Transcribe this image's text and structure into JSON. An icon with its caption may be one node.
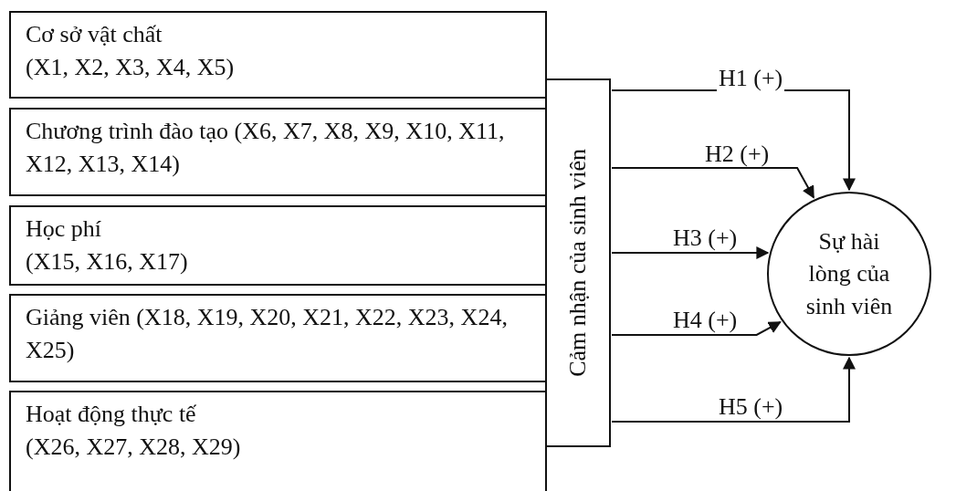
{
  "diagram": {
    "nodes": [
      {
        "text": [
          "Cơ sở vật chất",
          "(X1, X2, X3, X4, X5)"
        ]
      },
      {
        "text": [
          "Chương trình đào tạo (X6, X7, X8, X9, X10, X11, X12, X13, X14)"
        ]
      },
      {
        "text": [
          "Học phí",
          "(X15, X16, X17)"
        ]
      },
      {
        "text": [
          "Giảng viên (X18, X19, X20, X21, X22, X23, X24, X25)"
        ]
      },
      {
        "text": [
          "Hoạt động thực tế",
          "(X26, X27, X28, X29)"
        ]
      },
      {
        "text": [
          "Cảm nhận của sinh viên"
        ]
      },
      {
        "text": [
          "Sự hài lòng của sinh viên"
        ]
      }
    ],
    "edges": [
      {
        "from": 5,
        "to": 6,
        "arrow": "to",
        "label": "H1 (+)"
      },
      {
        "from": 5,
        "to": 6,
        "arrow": "to",
        "label": "H2 (+)"
      },
      {
        "from": 5,
        "to": 6,
        "arrow": "to",
        "label": "H3 (+)"
      },
      {
        "from": 5,
        "to": 6,
        "arrow": "to",
        "label": "H4 (+)"
      },
      {
        "from": 5,
        "to": 6,
        "arrow": "to",
        "label": "H5 (+)"
      }
    ]
  }
}
